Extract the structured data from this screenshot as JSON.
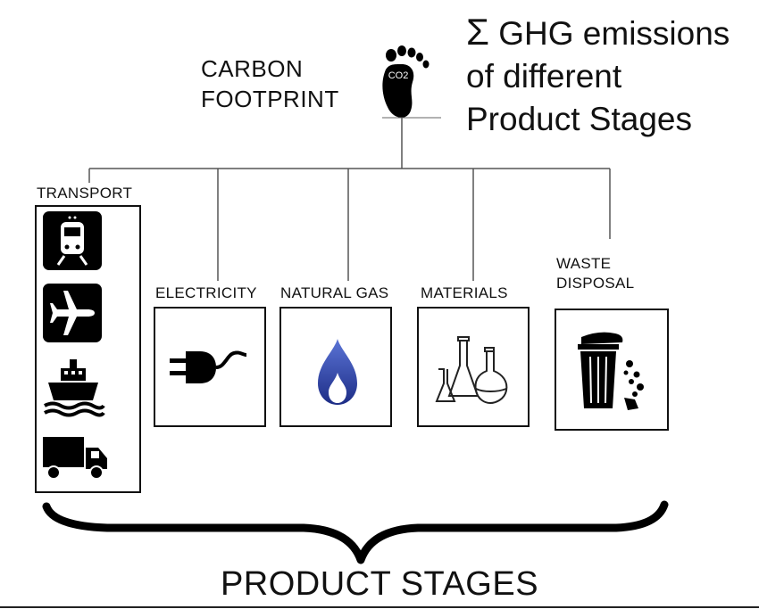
{
  "header": {
    "carbon_line1": "CARBON",
    "carbon_line2": "FOOTPRINT",
    "co2_label": "CO2",
    "sigma": "Σ",
    "ghg_line1": "GHG emissions",
    "ghg_line2": "of different",
    "ghg_line3": "Product Stages"
  },
  "stages": {
    "transport": {
      "label": "TRANSPORT",
      "icons": [
        "train-icon",
        "airplane-icon",
        "ship-icon",
        "truck-icon"
      ]
    },
    "electricity": {
      "label": "ELECTRICITY",
      "icon": "plug-icon"
    },
    "natural_gas": {
      "label": "NATURAL GAS",
      "icon": "gas-flame-icon"
    },
    "materials": {
      "label": "MATERIALS",
      "icon": "lab-flasks-icon"
    },
    "waste": {
      "label_line1": "WASTE",
      "label_line2": "DISPOSAL",
      "icon": "trash-can-icon"
    }
  },
  "footer": {
    "label": "PRODUCT STAGES"
  },
  "colors": {
    "ink": "#111111",
    "flame_outer": "#2b3f9e",
    "flame_inner": "#ffffff"
  }
}
